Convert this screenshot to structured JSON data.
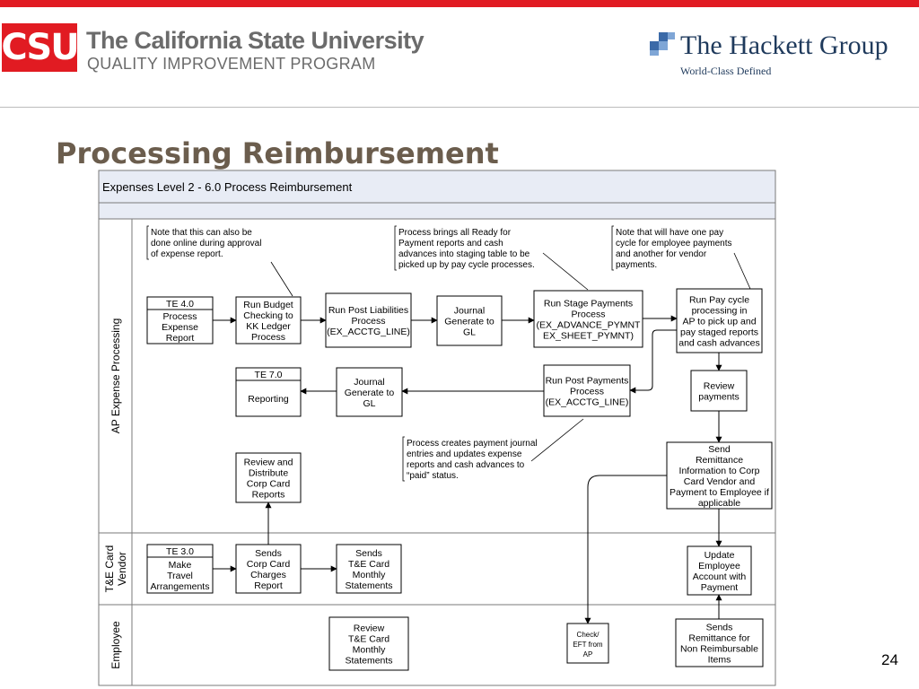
{
  "colors": {
    "accent_red": "#e11b22",
    "diagram_header_bg": "#e8ecf5",
    "gray_text": "#6b6b6b",
    "hackett_blue": "#1f3a5c",
    "title_brown": "#6b5d4d"
  },
  "header": {
    "csu_logo": "CSU",
    "csu_title": "The California State University",
    "csu_subtitle": "QUALITY IMPROVEMENT PROGRAM",
    "hackett_name": "The Hackett Group",
    "hackett_tagline": "World-Class Defined",
    "logo_icons": [
      "csu-logo-icon",
      "hackett-logo-icon"
    ]
  },
  "slide": {
    "title": "Processing Reimbursement",
    "page_number": "24"
  },
  "diagram": {
    "title": "Expenses Level 2 - 6.0 Process Reimbursement",
    "lanes": [
      {
        "id": "ap",
        "label_lines": [
          "AP Expense Processing"
        ]
      },
      {
        "id": "tne",
        "label_lines": [
          "T&E Card",
          "Vendor"
        ]
      },
      {
        "id": "emp",
        "label_lines": [
          "Employee"
        ]
      }
    ],
    "boxes": [
      {
        "id": "te40",
        "code": "TE 4.0",
        "lines": [
          "Process",
          "Expense",
          "Report"
        ]
      },
      {
        "id": "budget",
        "lines": [
          "Run Budget",
          "Checking to",
          "KK Ledger",
          "Process"
        ]
      },
      {
        "id": "postliab",
        "lines": [
          "Run Post Liabilities",
          "Process",
          "(EX_ACCTG_LINE)"
        ]
      },
      {
        "id": "journal1",
        "lines": [
          "Journal",
          "Generate to",
          "GL"
        ]
      },
      {
        "id": "stage",
        "lines": [
          "Run Stage Payments",
          "Process",
          "(EX_ADVANCE_PYMNT",
          "EX_SHEET_PYMNT)"
        ]
      },
      {
        "id": "paycycle",
        "lines": [
          "Run Pay cycle",
          "processing in",
          "AP to pick up and",
          "pay staged reports",
          "and cash advances"
        ]
      },
      {
        "id": "te70",
        "code": "TE 7.0",
        "lines": [
          "Reporting"
        ]
      },
      {
        "id": "journal2",
        "lines": [
          "Journal",
          "Generate to",
          "GL"
        ]
      },
      {
        "id": "postpay",
        "lines": [
          "Run Post Payments",
          "Process",
          "(EX_ACCTG_LINE)"
        ]
      },
      {
        "id": "review",
        "lines": [
          "Review",
          "payments"
        ]
      },
      {
        "id": "reviewcc",
        "lines": [
          "Review and",
          "Distribute",
          "Corp Card",
          "Reports"
        ]
      },
      {
        "id": "remit",
        "lines": [
          "Send",
          "Remittance",
          "Information to Corp",
          "Card Vendor and",
          "Payment to Employee if",
          "applicable"
        ]
      },
      {
        "id": "te30",
        "code": "TE 3.0",
        "lines": [
          "Make",
          "Travel",
          "Arrangements"
        ]
      },
      {
        "id": "corpcard",
        "lines": [
          "Sends",
          "Corp Card",
          "Charges",
          "Report"
        ]
      },
      {
        "id": "monthly",
        "lines": [
          "Sends",
          "T&E Card",
          "Monthly",
          "Statements"
        ]
      },
      {
        "id": "update",
        "lines": [
          "Update",
          "Employee",
          "Account with",
          "Payment"
        ]
      },
      {
        "id": "reviewstmt",
        "lines": [
          "Review",
          "T&E Card",
          "Monthly",
          "Statements"
        ]
      },
      {
        "id": "check",
        "lines": [
          "Check/",
          "EFT from",
          "AP"
        ]
      },
      {
        "id": "nonreimb",
        "lines": [
          "Sends",
          "Remittance for",
          "Non Reimbursable",
          "Items"
        ]
      }
    ],
    "notes": [
      {
        "id": "note1",
        "lines": [
          "Note that this can also be",
          "done online during approval",
          "of expense report."
        ]
      },
      {
        "id": "note2",
        "lines": [
          "Process brings all Ready for",
          "Payment reports and cash",
          "advances into staging table to be",
          "picked up by pay cycle processes."
        ]
      },
      {
        "id": "note3",
        "lines": [
          "Note that will have one pay",
          "cycle for employee payments",
          "and another for vendor",
          "payments."
        ]
      },
      {
        "id": "note4",
        "lines": [
          "Process creates payment journal",
          "entries and updates expense",
          "reports and cash advances to",
          "“paid” status."
        ]
      }
    ],
    "arrows": [
      {
        "id": "a-te40-budget",
        "from": "te40",
        "to": "budget"
      },
      {
        "id": "a-budget-postliab",
        "from": "budget",
        "to": "postliab"
      },
      {
        "id": "a-postliab-journal1",
        "from": "postliab",
        "to": "journal1"
      },
      {
        "id": "a-journal1-stage",
        "from": "journal1",
        "to": "stage"
      },
      {
        "id": "a-stage-paycycle",
        "from": "stage",
        "to": "paycycle"
      },
      {
        "id": "a-paycycle-review",
        "from": "paycycle",
        "to": "review"
      },
      {
        "id": "a-paycycle-postpay",
        "from": "paycycle",
        "to": "postpay"
      },
      {
        "id": "a-postpay-journal2",
        "from": "postpay",
        "to": "journal2"
      },
      {
        "id": "a-journal2-te70",
        "from": "journal2",
        "to": "te70"
      },
      {
        "id": "a-review-remit",
        "from": "review",
        "to": "remit"
      },
      {
        "id": "a-remit-update",
        "from": "remit",
        "to": "update"
      },
      {
        "id": "a-remit-check",
        "from": "remit",
        "to": "check"
      },
      {
        "id": "a-nonreimb-update",
        "from": "nonreimb",
        "to": "update"
      },
      {
        "id": "a-te30-corpcard",
        "from": "te30",
        "to": "corpcard"
      },
      {
        "id": "a-corpcard-monthly",
        "from": "corpcard",
        "to": "monthly"
      },
      {
        "id": "a-corpcard-reviewcc",
        "from": "corpcard",
        "to": "reviewcc"
      }
    ]
  }
}
